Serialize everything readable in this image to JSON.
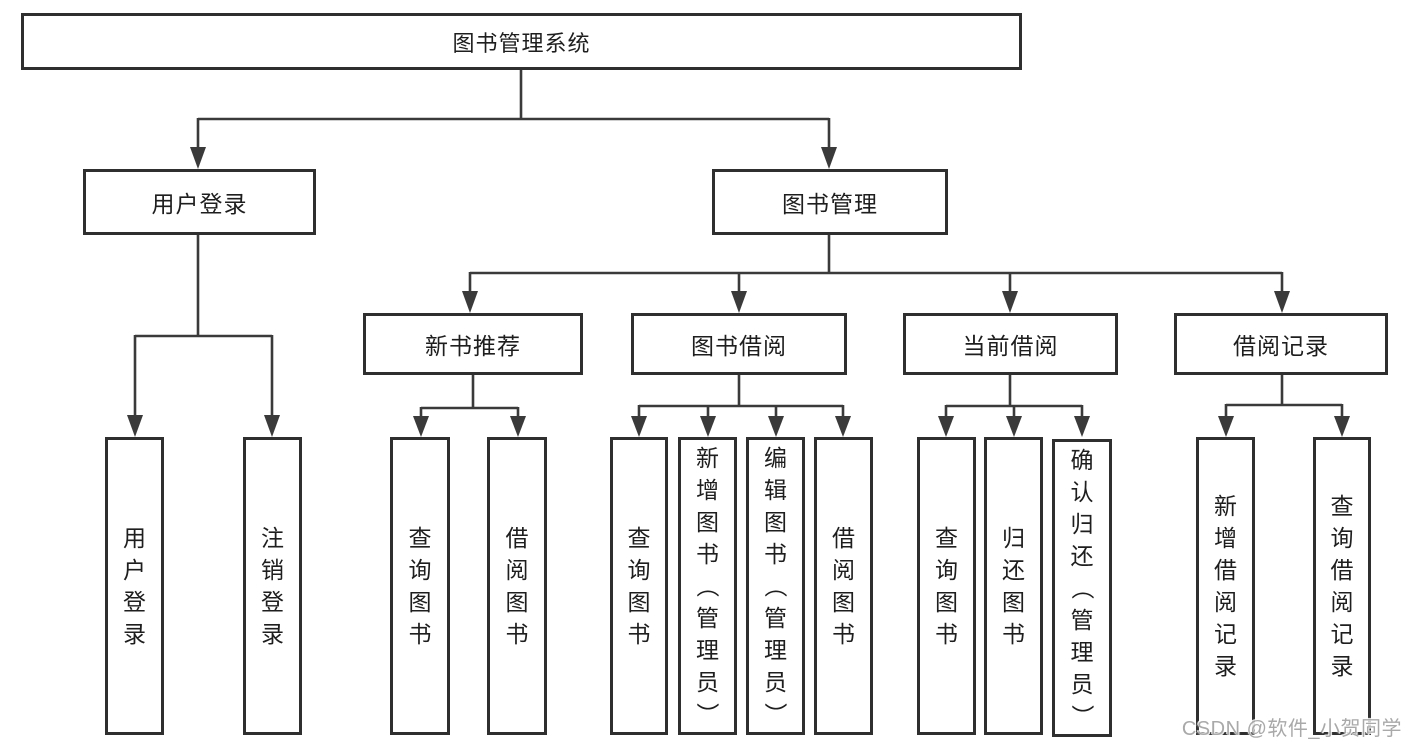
{
  "diagram": {
    "root": {
      "label": "图书管理系统"
    },
    "branches": [
      {
        "label": "用户登录",
        "children": [
          {
            "label": "用户登录"
          },
          {
            "label": "注销登录"
          }
        ]
      },
      {
        "label": "图书管理",
        "children": [
          {
            "label": "新书推荐",
            "children": [
              {
                "label": "查询图书"
              },
              {
                "label": "借阅图书"
              }
            ]
          },
          {
            "label": "图书借阅",
            "children": [
              {
                "label": "查询图书"
              },
              {
                "label": "新增图书（管理员）"
              },
              {
                "label": "编辑图书（管理员）"
              },
              {
                "label": "借阅图书"
              }
            ]
          },
          {
            "label": "当前借阅",
            "children": [
              {
                "label": "查询图书"
              },
              {
                "label": "归还图书"
              },
              {
                "label": "确认归还（管理员）"
              }
            ]
          },
          {
            "label": "借阅记录",
            "children": [
              {
                "label": "新增借阅记录"
              },
              {
                "label": "查询借阅记录"
              }
            ]
          }
        ]
      }
    ]
  },
  "watermark": {
    "text": "CSDN @软件_小贺同学"
  },
  "colors": {
    "line": "#3a3a3a",
    "border": "#2f2f2f",
    "text": "#1e1e1e",
    "watermark": "#a9a9a9"
  }
}
